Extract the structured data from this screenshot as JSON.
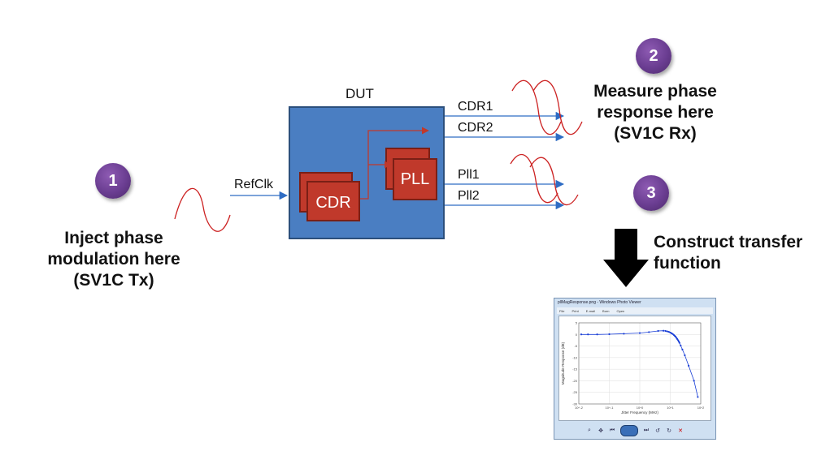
{
  "steps": [
    {
      "number": "1",
      "lines": [
        "Inject phase",
        "modulation here",
        "(SV1C Tx)"
      ]
    },
    {
      "number": "2",
      "lines": [
        "Measure phase",
        "response here",
        "(SV1C Rx)"
      ]
    },
    {
      "number": "3",
      "lines": [
        "Construct transfer",
        "function"
      ]
    }
  ],
  "dut": {
    "title": "DUT",
    "input_label": "RefClk",
    "blocks": {
      "cdr": "CDR",
      "pll": "PLL"
    },
    "outputs": [
      "CDR1",
      "CDR2",
      "Pll1",
      "Pll2"
    ]
  },
  "viewer": {
    "title": "pllMagResponse.png - Windows Photo Viewer",
    "menu": [
      "File",
      "Print",
      "E-mail",
      "Burn",
      "Open"
    ],
    "chart_data": {
      "type": "line",
      "xlabel": "Jitter Frequency (MHz)",
      "ylabel": "Magnitude Response (dB)",
      "x_scale": "log",
      "xlim": [
        0.01,
        100
      ],
      "ylim": [
        -30,
        5
      ],
      "x_ticks": [
        "10^-2",
        "10^-1",
        "10^0",
        "10^1",
        "10^2"
      ],
      "y_ticks": [
        "5",
        "0",
        "-5",
        "-10",
        "-15",
        "-20",
        "-25",
        "-30"
      ],
      "series": [
        {
          "color": "#1a3fd6",
          "x": [
            0.012,
            0.02,
            0.04,
            0.1,
            0.3,
            1,
            2,
            4,
            6,
            7,
            8,
            9,
            10,
            11,
            12,
            13,
            14,
            15,
            16,
            17,
            18,
            19,
            20,
            22,
            25,
            30,
            40,
            60,
            80
          ],
          "y": [
            0,
            0,
            0,
            0.1,
            0.3,
            0.6,
            1.0,
            1.5,
            1.6,
            1.5,
            1.3,
            1.1,
            0.8,
            0.5,
            0.2,
            -0.2,
            -0.6,
            -1.0,
            -1.5,
            -2.0,
            -2.5,
            -3.0,
            -3.6,
            -4.8,
            -6.5,
            -9.0,
            -13.5,
            -20.0,
            -27.0
          ]
        }
      ]
    }
  },
  "colors": {
    "dut_fill": "#4a7ec2",
    "block_fill": "#c0392b",
    "step_circle": "#6a3d91",
    "wave": "#cc2222",
    "arrow": "#2e6cc4"
  }
}
